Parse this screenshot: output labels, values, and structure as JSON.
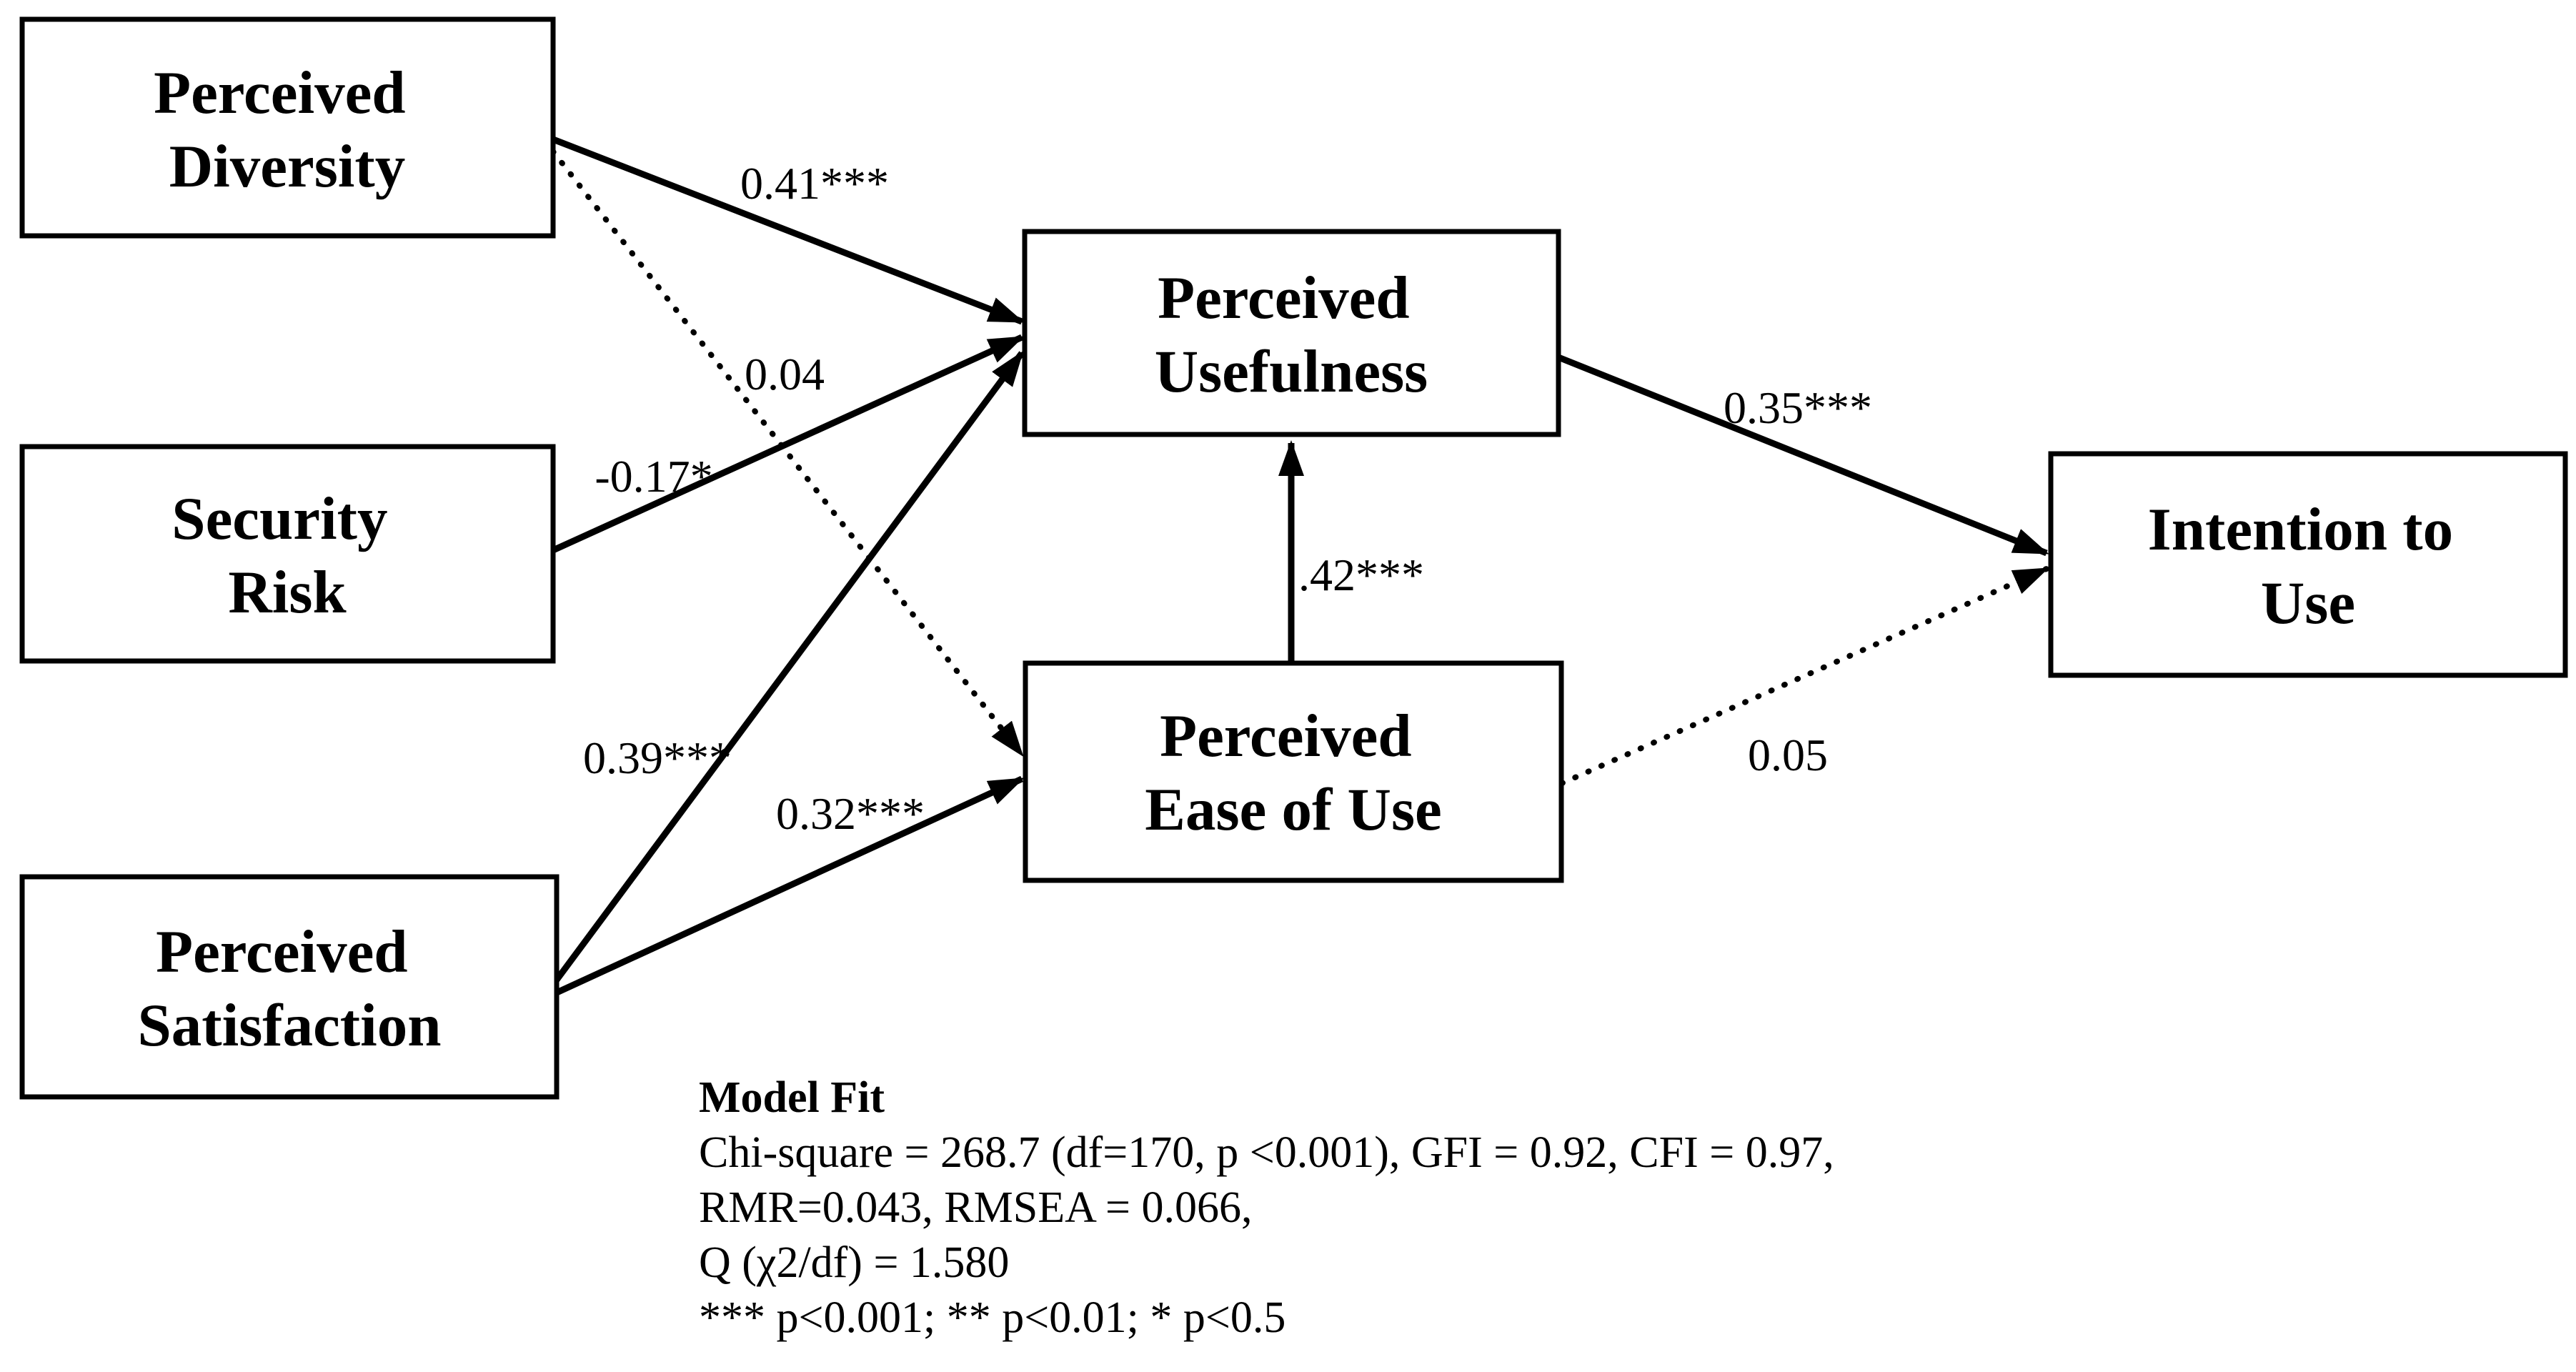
{
  "figure": {
    "type": "path-diagram",
    "background_color": "#ffffff",
    "ink_color": "#000000",
    "nodes": {
      "perceived_diversity": {
        "line1": "Perceived",
        "line2": "Diversity"
      },
      "security_risk": {
        "line1": "Security",
        "line2": "Risk"
      },
      "perceived_satisfaction": {
        "line1": "Perceived",
        "line2": "Satisfaction"
      },
      "perceived_usefulness": {
        "line1": "Perceived",
        "line2": "Usefulness"
      },
      "perceived_ease_of_use": {
        "line1": "Perceived",
        "line2": "Ease of Use"
      },
      "intention_to_use": {
        "line1": "Intention to",
        "line2": "Use"
      }
    },
    "edges": {
      "pd_to_pu": {
        "label": "0.41***",
        "style": "solid"
      },
      "pd_to_peou": {
        "label": "0.04",
        "style": "dotted"
      },
      "sr_to_pu": {
        "label": "-0.17*",
        "style": "solid"
      },
      "ps_to_pu": {
        "label": "0.39***",
        "style": "solid"
      },
      "ps_to_peou": {
        "label": "0.32***",
        "style": "solid"
      },
      "peou_to_pu": {
        "label": ".42***",
        "style": "solid"
      },
      "pu_to_itu": {
        "label": "0.35***",
        "style": "solid"
      },
      "peou_to_itu": {
        "label": "0.05",
        "style": "dotted"
      }
    },
    "model_fit": {
      "title": "Model Fit",
      "lines": [
        "Chi-square = 268.7 (df=170, p <0.001), GFI = 0.92, CFI = 0.97,",
        "RMR=0.043, RMSEA = 0.066,",
        "Q (χ2/df) = 1.580",
        "*** p<0.001; ** p<0.01; * p<0.5"
      ]
    }
  }
}
